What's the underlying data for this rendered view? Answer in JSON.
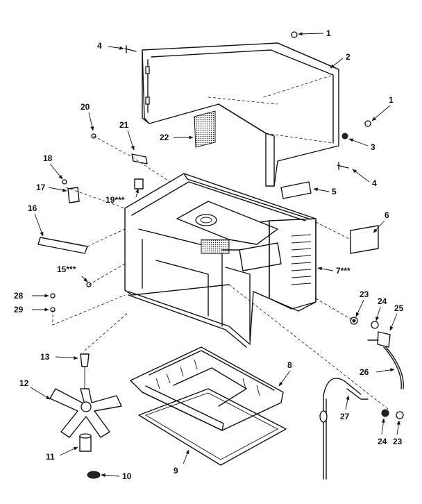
{
  "callouts": [
    {
      "id": "c1a",
      "text": "1"
    },
    {
      "id": "c2",
      "text": "2"
    },
    {
      "id": "c4a",
      "text": "4"
    },
    {
      "id": "c1b",
      "text": "1"
    },
    {
      "id": "c20",
      "text": "20"
    },
    {
      "id": "c21",
      "text": "21"
    },
    {
      "id": "c22",
      "text": "22"
    },
    {
      "id": "c3",
      "text": "3"
    },
    {
      "id": "c4b",
      "text": "4"
    },
    {
      "id": "c18",
      "text": "18"
    },
    {
      "id": "c17",
      "text": "17"
    },
    {
      "id": "c19",
      "text": "19***"
    },
    {
      "id": "c5",
      "text": "5"
    },
    {
      "id": "c16",
      "text": "16"
    },
    {
      "id": "c6",
      "text": "6"
    },
    {
      "id": "c15",
      "text": "15***"
    },
    {
      "id": "c7",
      "text": "7***"
    },
    {
      "id": "c28",
      "text": "28"
    },
    {
      "id": "c29",
      "text": "29"
    },
    {
      "id": "c23a",
      "text": "23"
    },
    {
      "id": "c24a",
      "text": "24"
    },
    {
      "id": "c25",
      "text": "25"
    },
    {
      "id": "c13",
      "text": "13"
    },
    {
      "id": "c8",
      "text": "8"
    },
    {
      "id": "c26",
      "text": "26"
    },
    {
      "id": "c12",
      "text": "12"
    },
    {
      "id": "c27",
      "text": "27"
    },
    {
      "id": "c24b",
      "text": "24"
    },
    {
      "id": "c23b",
      "text": "23"
    },
    {
      "id": "c11",
      "text": "11"
    },
    {
      "id": "c9",
      "text": "9"
    },
    {
      "id": "c10",
      "text": "10"
    }
  ]
}
